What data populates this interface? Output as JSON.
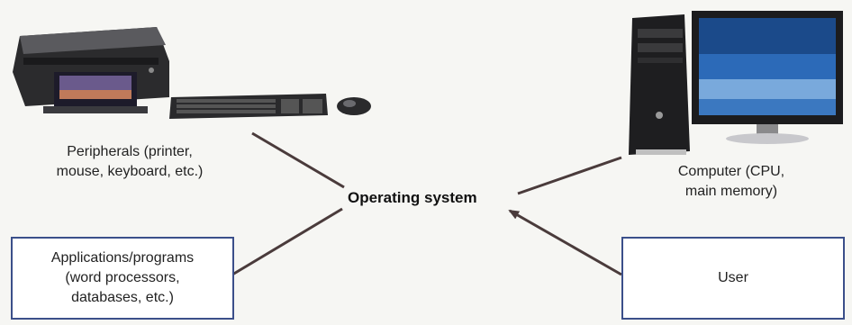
{
  "diagram": {
    "center": {
      "label": "Operating system"
    },
    "peripherals": {
      "line1": "Peripherals (printer,",
      "line2": "mouse, keyboard, etc.)",
      "icons": [
        "printer-icon",
        "keyboard-icon",
        "mouse-icon"
      ]
    },
    "computer": {
      "line1": "Computer (CPU,",
      "line2": "main memory)",
      "icons": [
        "pc-tower-icon",
        "monitor-icon"
      ]
    },
    "applications": {
      "line1": "Applications/programs",
      "line2": "(word processors,",
      "line3": "databases, etc.)"
    },
    "user": {
      "label": "User"
    },
    "colors": {
      "box_border": "#3b4f8a",
      "connector": "#4a3b3b",
      "background": "#f6f6f3"
    }
  }
}
